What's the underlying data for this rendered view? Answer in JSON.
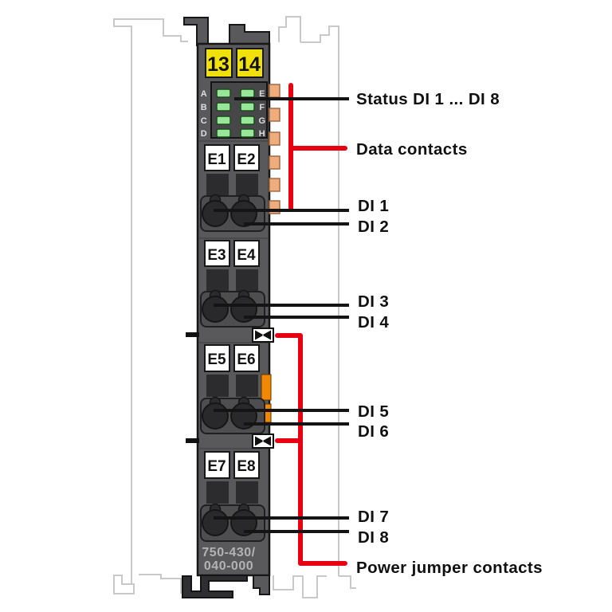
{
  "module": {
    "power_terminals": [
      "13",
      "14"
    ],
    "led_letters_left": [
      "A",
      "B",
      "C",
      "D"
    ],
    "led_letters_right": [
      "E",
      "F",
      "G",
      "H"
    ],
    "inputs": [
      "E1",
      "E2",
      "E3",
      "E4",
      "E5",
      "E6",
      "E7",
      "E8"
    ],
    "part_number": [
      "750-430/",
      "040-000"
    ]
  },
  "callouts": {
    "status": "Status DI 1 ... DI 8",
    "data_contacts": "Data contacts",
    "di": [
      "DI 1",
      "DI 2",
      "DI 3",
      "DI 4",
      "DI 5",
      "DI 6",
      "DI 7",
      "DI 8"
    ],
    "power_jumper": "Power jumper contacts"
  },
  "colors": {
    "callout_red": "#e60012",
    "label_yellow": "#f0e10a",
    "led_green": "#98e698",
    "data_contact_tan": "#efad7d",
    "power_jumper_orange": "#f28800",
    "body_gray": "#59595b"
  }
}
